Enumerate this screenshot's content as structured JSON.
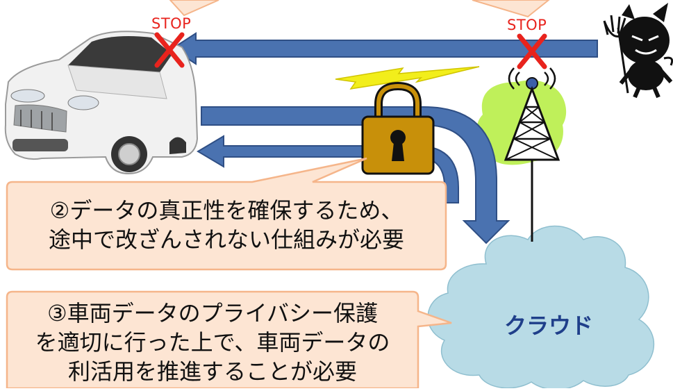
{
  "labels": {
    "stop_left": "STOP",
    "stop_right": "STOP",
    "cloud": "クラウド"
  },
  "callouts": {
    "integrity": [
      "②データの真正性を確保するため、",
      "途中で改ざんされない仕組みが必要"
    ],
    "privacy": [
      "③車両データのプライバシー保護",
      "を適切に行った上で、車両データの",
      "利活用を推進することが必要"
    ]
  },
  "colors": {
    "callout_fill": "#fde5d3",
    "callout_stroke": "#f5b58a",
    "arrow_fill": "#4a72b0",
    "arrow_stroke": "#2f4f85",
    "stop_red": "#e8231d",
    "lock_body": "#c8900a",
    "lightning": "#f2ee1b",
    "tower_glow": "#bff05a",
    "cloud_fill": "#b8dbe6",
    "cloud_text": "#1f3f8a"
  },
  "icons": [
    "car-icon",
    "devil-icon",
    "padlock-icon",
    "lightning-icon",
    "antenna-tower-icon",
    "cloud-icon",
    "stop-x-icon"
  ]
}
